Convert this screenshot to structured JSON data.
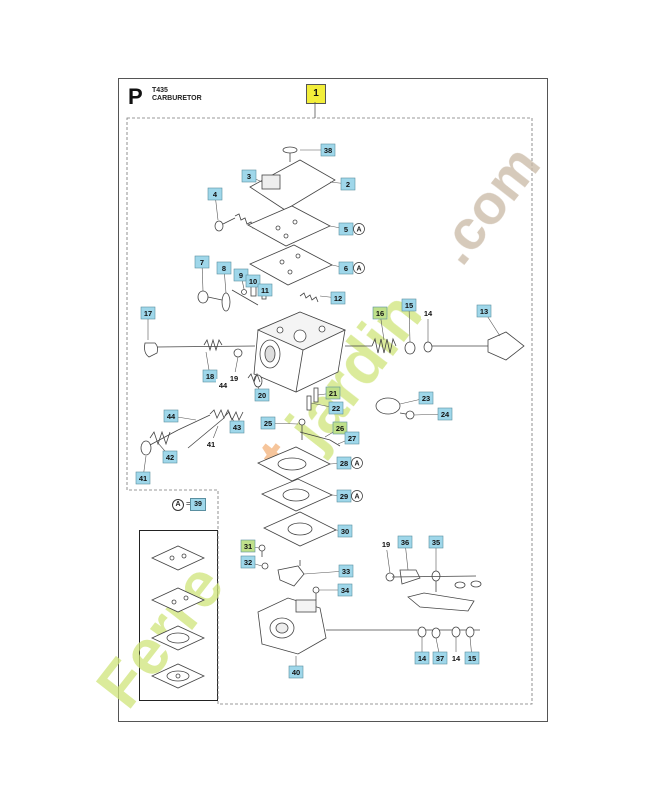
{
  "header": {
    "section_letter": "P",
    "model_code": "T435",
    "section_title": "CARBURETOR",
    "group_tag": "1"
  },
  "kit": {
    "label_letter": "A",
    "label_equals": "=",
    "label_number": "39"
  },
  "callouts": [
    {
      "id": "38",
      "highlight": "blue"
    },
    {
      "id": "2",
      "highlight": "blue"
    },
    {
      "id": "3",
      "highlight": "blue"
    },
    {
      "id": "4",
      "highlight": "blue"
    },
    {
      "id": "5",
      "highlight": "blue",
      "kit": "A"
    },
    {
      "id": "6",
      "highlight": "blue",
      "kit": "A"
    },
    {
      "id": "7",
      "highlight": "blue"
    },
    {
      "id": "8",
      "highlight": "blue"
    },
    {
      "id": "9",
      "highlight": "blue"
    },
    {
      "id": "10",
      "highlight": "blue"
    },
    {
      "id": "11",
      "highlight": "blue"
    },
    {
      "id": "12",
      "highlight": "blue"
    },
    {
      "id": "17",
      "highlight": "blue"
    },
    {
      "id": "16",
      "highlight": "green"
    },
    {
      "id": "15",
      "highlight": "blue"
    },
    {
      "id": "14",
      "highlight": "none"
    },
    {
      "id": "13",
      "highlight": "blue"
    },
    {
      "id": "18",
      "highlight": "blue"
    },
    {
      "id": "19",
      "highlight": "none"
    },
    {
      "id": "44",
      "highlight": "none"
    },
    {
      "id": "20",
      "highlight": "blue"
    },
    {
      "id": "21",
      "highlight": "green"
    },
    {
      "id": "22",
      "highlight": "blue"
    },
    {
      "id": "23",
      "highlight": "blue"
    },
    {
      "id": "24",
      "highlight": "blue"
    },
    {
      "id": "44",
      "highlight": "blue"
    },
    {
      "id": "43",
      "highlight": "blue"
    },
    {
      "id": "41",
      "highlight": "none"
    },
    {
      "id": "25",
      "highlight": "blue"
    },
    {
      "id": "26",
      "highlight": "green"
    },
    {
      "id": "27",
      "highlight": "blue"
    },
    {
      "id": "42",
      "highlight": "blue"
    },
    {
      "id": "41",
      "highlight": "blue"
    },
    {
      "id": "28",
      "highlight": "blue",
      "kit": "A"
    },
    {
      "id": "29",
      "highlight": "blue",
      "kit": "A"
    },
    {
      "id": "30",
      "highlight": "blue"
    },
    {
      "id": "31",
      "highlight": "green"
    },
    {
      "id": "32",
      "highlight": "blue"
    },
    {
      "id": "33",
      "highlight": "blue"
    },
    {
      "id": "34",
      "highlight": "blue"
    },
    {
      "id": "40",
      "highlight": "blue"
    },
    {
      "id": "19",
      "highlight": "none"
    },
    {
      "id": "36",
      "highlight": "blue"
    },
    {
      "id": "35",
      "highlight": "blue"
    },
    {
      "id": "14",
      "highlight": "blue"
    },
    {
      "id": "37",
      "highlight": "blue"
    },
    {
      "id": "14",
      "highlight": "none"
    },
    {
      "id": "15",
      "highlight": "blue"
    }
  ],
  "colors": {
    "callout_blue": "#9fd7ea",
    "callout_green": "#bfe08a",
    "tag_yellow": "#f2ee3a",
    "line": "#444444",
    "watermark_green": "#cfe57a",
    "watermark_orange": "#f3b27a",
    "watermark_brown": "#c9b9a5"
  }
}
